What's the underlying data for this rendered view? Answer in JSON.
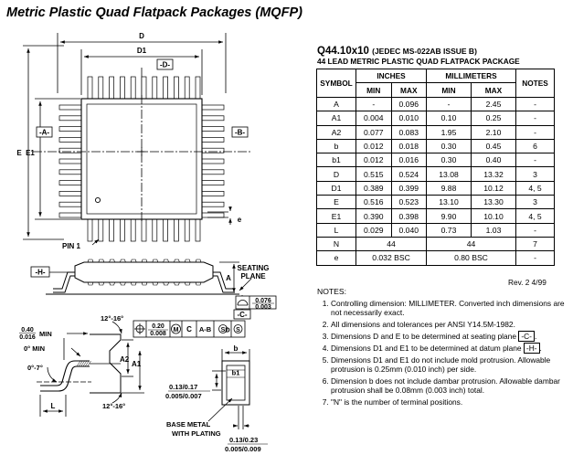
{
  "page_title": "Metric Plastic Quad Flatpack Packages (MQFP)",
  "package": {
    "code": "Q44.10x10",
    "standard": "(JEDEC MS-022AB ISSUE B)",
    "description": "44 LEAD METRIC PLASTIC QUAD FLATPACK PACKAGE"
  },
  "table": {
    "group_inches": "INCHES",
    "group_mm": "MILLIMETERS",
    "col_symbol": "SYMBOL",
    "col_min": "MIN",
    "col_max": "MAX",
    "col_notes": "NOTES",
    "rows": [
      {
        "symbol": "A",
        "in_min": "-",
        "in_max": "0.096",
        "mm_min": "-",
        "mm_max": "2.45",
        "notes": "-"
      },
      {
        "symbol": "A1",
        "in_min": "0.004",
        "in_max": "0.010",
        "mm_min": "0.10",
        "mm_max": "0.25",
        "notes": "-"
      },
      {
        "symbol": "A2",
        "in_min": "0.077",
        "in_max": "0.083",
        "mm_min": "1.95",
        "mm_max": "2.10",
        "notes": "-"
      },
      {
        "symbol": "b",
        "in_min": "0.012",
        "in_max": "0.018",
        "mm_min": "0.30",
        "mm_max": "0.45",
        "notes": "6"
      },
      {
        "symbol": "b1",
        "in_min": "0.012",
        "in_max": "0.016",
        "mm_min": "0.30",
        "mm_max": "0.40",
        "notes": "-"
      },
      {
        "symbol": "D",
        "in_min": "0.515",
        "in_max": "0.524",
        "mm_min": "13.08",
        "mm_max": "13.32",
        "notes": "3"
      },
      {
        "symbol": "D1",
        "in_min": "0.389",
        "in_max": "0.399",
        "mm_min": "9.88",
        "mm_max": "10.12",
        "notes": "4, 5"
      },
      {
        "symbol": "E",
        "in_min": "0.516",
        "in_max": "0.523",
        "mm_min": "13.10",
        "mm_max": "13.30",
        "notes": "3"
      },
      {
        "symbol": "E1",
        "in_min": "0.390",
        "in_max": "0.398",
        "mm_min": "9.90",
        "mm_max": "10.10",
        "notes": "4, 5"
      },
      {
        "symbol": "L",
        "in_min": "0.029",
        "in_max": "0.040",
        "mm_min": "0.73",
        "mm_max": "1.03",
        "notes": "-"
      }
    ],
    "row_N": {
      "symbol": "N",
      "inches": "44",
      "mm": "44",
      "notes": "7"
    },
    "row_e": {
      "symbol": "e",
      "inches": "0.032 BSC",
      "mm": "0.80 BSC",
      "notes": "-"
    }
  },
  "revision": "Rev. 2 4/99",
  "notes_heading": "NOTES:",
  "notes": {
    "n1": "Controlling dimension: MILLIMETER. Converted inch dimensions are not necessarily exact.",
    "n2": "All dimensions and tolerances per ANSI Y14.5M-1982.",
    "n3_pre": "Dimensions D and E to be determined at seating plane",
    "n3_ref": "-C-",
    "n3_post": ".",
    "n4_pre": "Dimensions D1 and E1 to be determined at datum plane",
    "n4_ref": "-H-",
    "n4_post": ".",
    "n5": "Dimensions D1 and E1 do not include mold protrusion. Allowable protrusion is 0.25mm (0.010 inch) per side.",
    "n6": "Dimension b does not include dambar protrusion. Allowable dambar protrusion shall be 0.08mm (0.003 inch) total.",
    "n7": "\"N\" is the number of terminal positions."
  },
  "drawing": {
    "D": "D",
    "D1": "D1",
    "datum_D": "-D-",
    "datum_A": "-A-",
    "datum_B": "-B-",
    "E": "E",
    "E1": "E1",
    "e": "e",
    "pin1": "PIN 1",
    "datum_H": "-H-",
    "A": "A",
    "seating_1": "SEATING",
    "seating_2": "PLANE",
    "datum_C": "-C-",
    "flat_in": "0.076",
    "flat_mm": "0.003",
    "tol_in": "0.20",
    "tol_mm": "0.008",
    "tol_M": "M",
    "tol_C": "C",
    "tol_AB": "A-B",
    "tol_S1": "S",
    "tol_D": "D",
    "tol_S2": "S",
    "ang_top": "12°-16°",
    "ang_bot": "12°-16°",
    "ang_lead": "0°-7°",
    "gauge_in": "0.40",
    "gauge_mm": "0.016",
    "gauge_min": "MIN",
    "zero_min": "0° MIN",
    "A2": "A2",
    "A1": "A1",
    "L": "L",
    "b": "b",
    "b1": "b1",
    "pl_in": "0.13/0.17",
    "pl_mm": "0.005/0.007",
    "bm_in": "0.13/0.23",
    "bm_mm": "0.005/0.009",
    "base_1": "BASE METAL",
    "base_2": "WITH PLATING"
  }
}
